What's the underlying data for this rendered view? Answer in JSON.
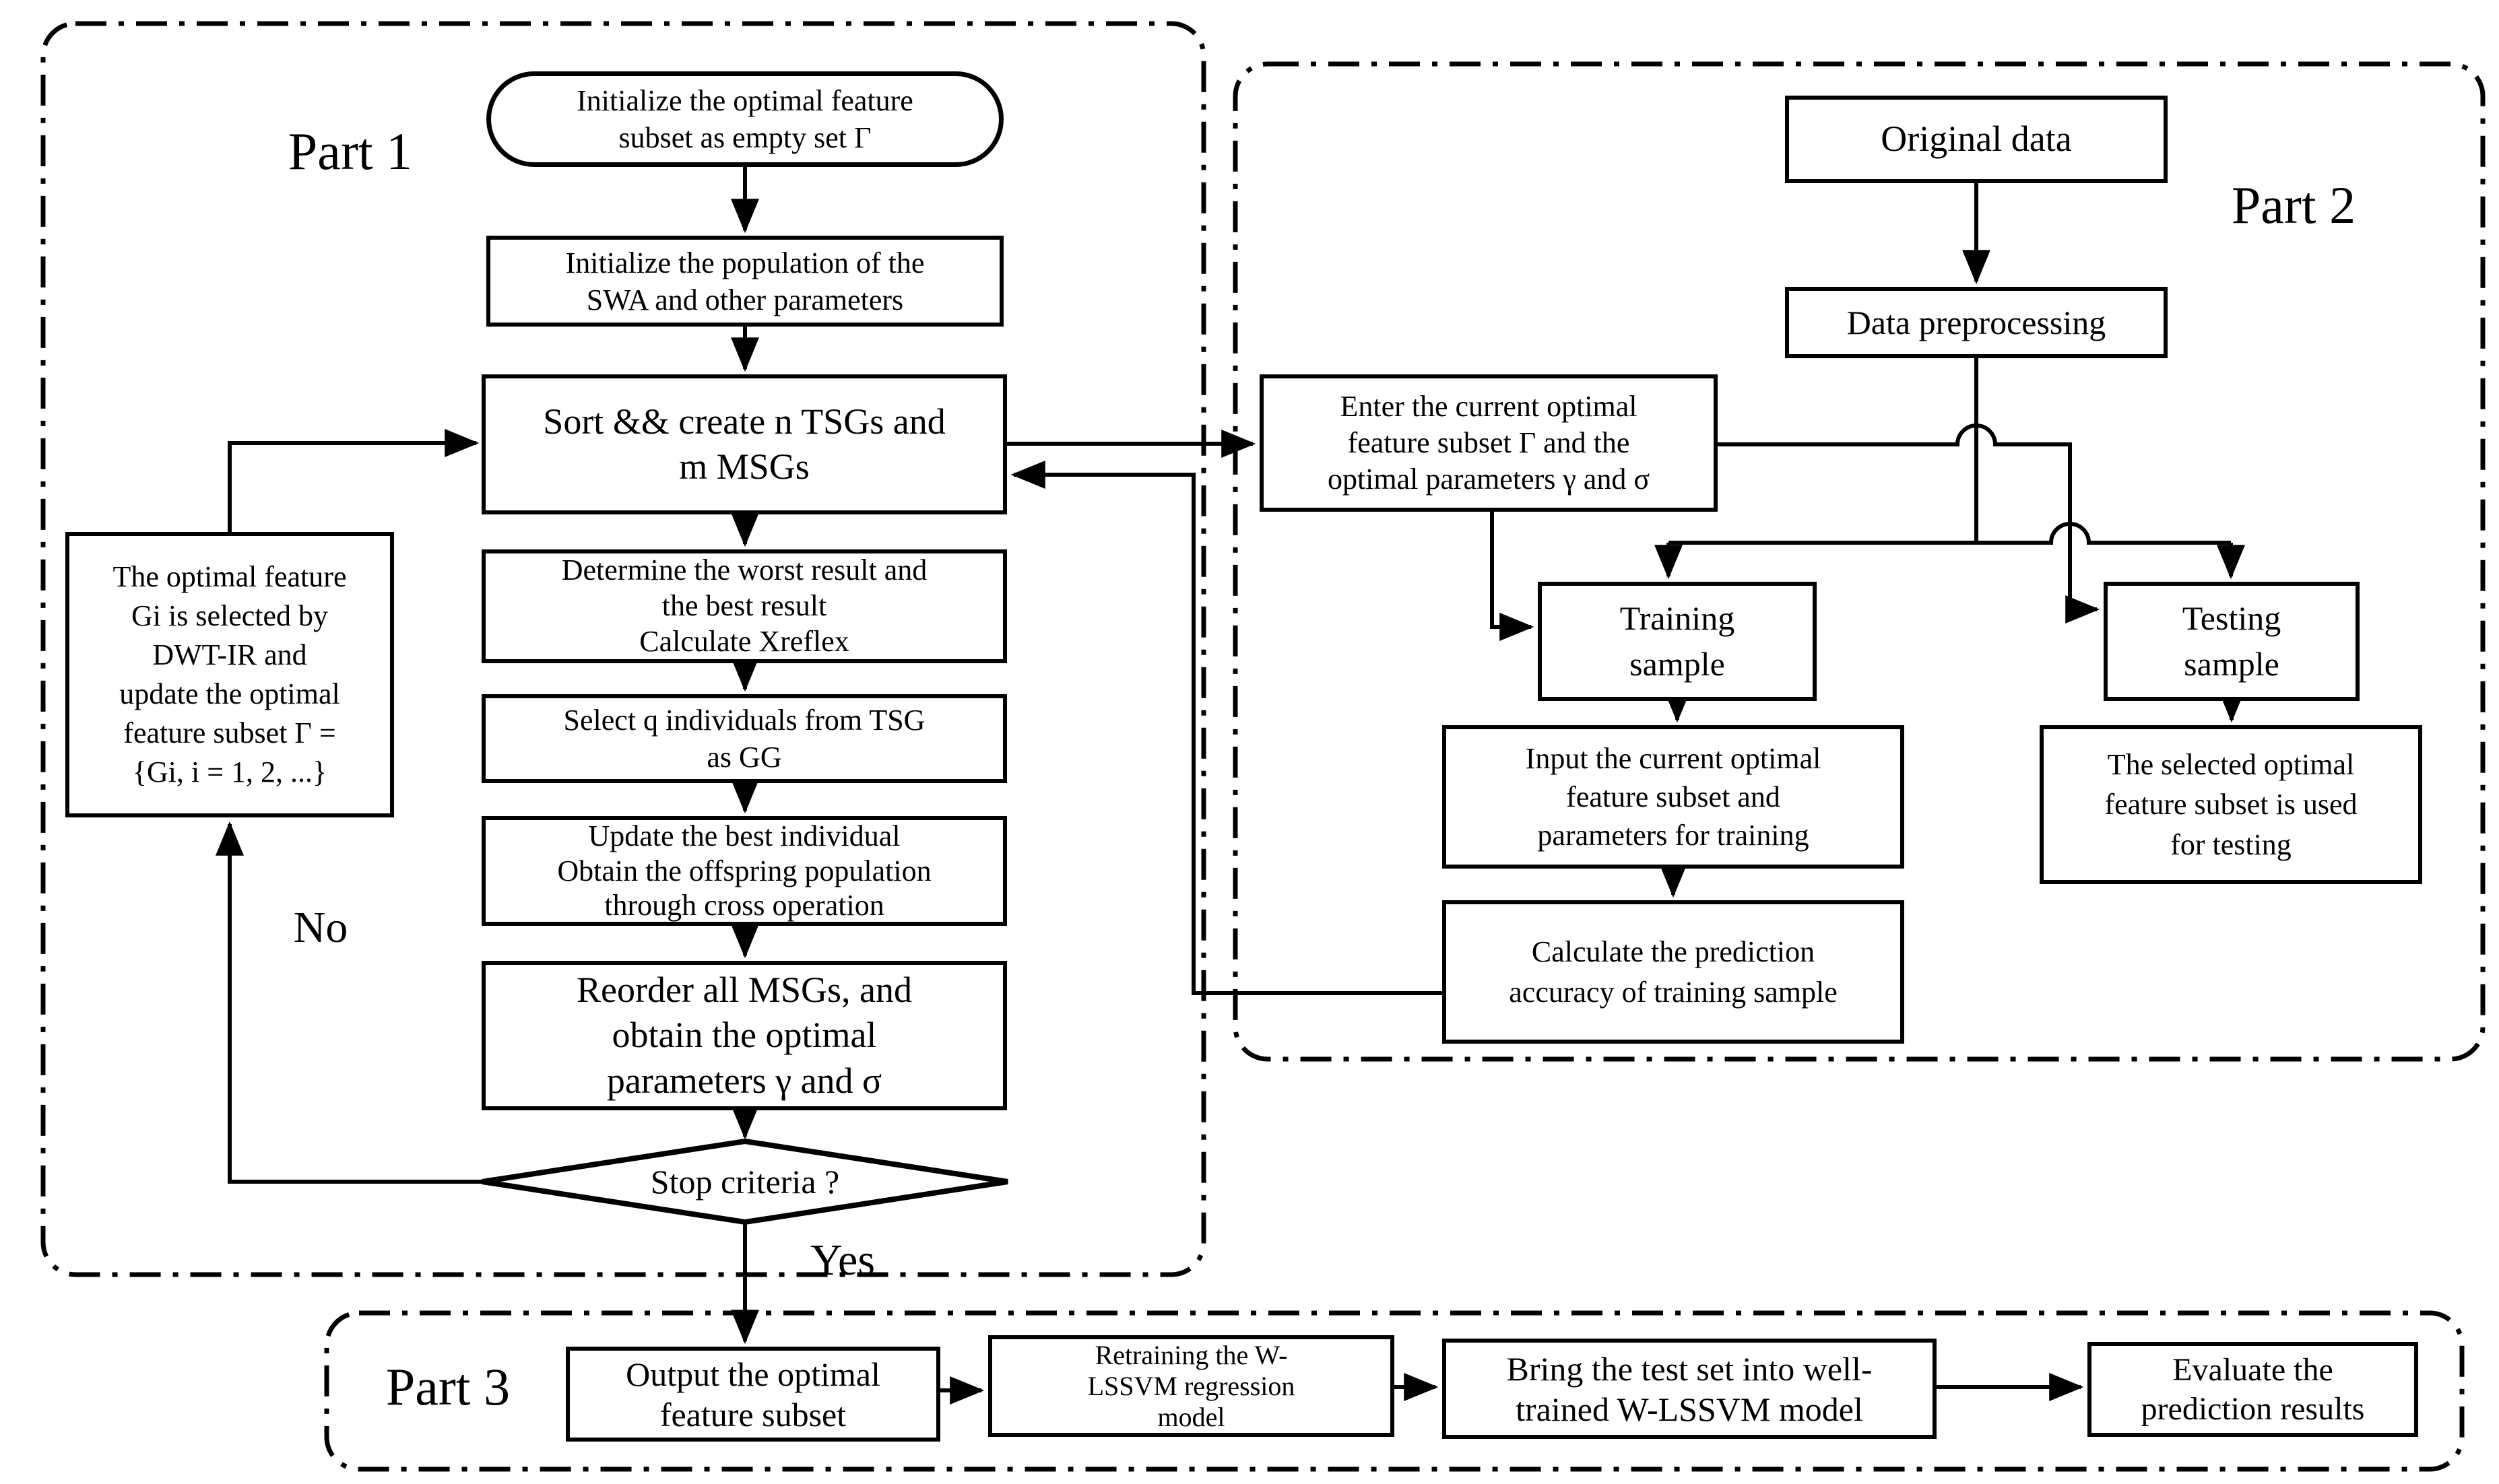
{
  "colors": {
    "ink": "#000000",
    "paper": "#ffffff"
  },
  "part1": {
    "label": "Part 1",
    "init_subset": "Initialize the optimal feature\nsubset as empty set Γ",
    "init_population": "Initialize the population of the\nSWA and other parameters",
    "sort_create": "Sort && create n TSGs and\nm MSGs",
    "determine_results": "Determine the worst result and\nthe best result\nCalculate Xreflex",
    "select_individuals": "Select q individuals from TSG\nas GG",
    "update_best": "Update the best individual\nObtain the offspring population\nthrough cross operation",
    "reorder_msgs": "Reorder all MSGs, and\nobtain the optimal\nparameters  γ and σ",
    "stop_criteria": "Stop criteria ?",
    "dwt_update": "The optimal feature\nGi is selected by\nDWT-IR and\nupdate the optimal\nfeature subset Γ =\n{Gi, i = 1, 2, ...}",
    "no_label": "No",
    "yes_label": "Yes"
  },
  "part2": {
    "label": "Part 2",
    "original_data": "Original data",
    "preprocessing": "Data preprocessing",
    "enter_subset": "Enter the current optimal\nfeature subset Γ and the\noptimal parameters γ and σ",
    "training_sample": "Training\nsample",
    "testing_sample": "Testing\nsample",
    "input_training": "Input the current optimal\nfeature subset and\nparameters for training",
    "selected_testing": "The selected optimal\nfeature subset is used\nfor testing",
    "calculate_accuracy": "Calculate the prediction\naccuracy of training sample"
  },
  "part3": {
    "label": "Part 3",
    "output_subset": "Output the optimal\nfeature subset",
    "retrain_model": "Retraining the W-\nLSSVM regression\nmodel",
    "bring_test": "Bring the test set into well-\ntrained W-LSSVM model",
    "evaluate": "Evaluate the\nprediction results"
  }
}
